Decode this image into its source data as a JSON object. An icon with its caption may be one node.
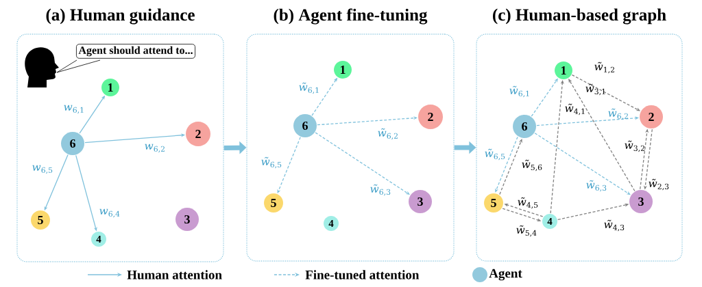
{
  "diagram": {
    "nodes": [
      {
        "text": [
          "(a) Human guidance"
        ]
      },
      {
        "text": [
          "Agent should attend to..."
        ],
        "in": 0
      },
      {
        "text": [
          "1"
        ],
        "in": 0
      },
      {
        "text": [
          "2"
        ],
        "in": 0
      },
      {
        "text": [
          "3"
        ],
        "in": 0
      },
      {
        "text": [
          "4"
        ],
        "in": 0
      },
      {
        "text": [
          "5"
        ],
        "in": 0
      },
      {
        "text": [
          "6"
        ],
        "in": 0
      },
      {
        "text": [
          "(b) Agent fine-tuning"
        ]
      },
      {
        "text": [
          "1"
        ],
        "in": 8
      },
      {
        "text": [
          "2"
        ],
        "in": 8
      },
      {
        "text": [
          "3"
        ],
        "in": 8
      },
      {
        "text": [
          "4"
        ],
        "in": 8
      },
      {
        "text": [
          "5"
        ],
        "in": 8
      },
      {
        "text": [
          "6"
        ],
        "in": 8
      },
      {
        "text": [
          "(c) Human-based graph"
        ]
      },
      {
        "text": [
          "1"
        ],
        "in": 15
      },
      {
        "text": [
          "2"
        ],
        "in": 15
      },
      {
        "text": [
          "3"
        ],
        "in": 15
      },
      {
        "text": [
          "4"
        ],
        "in": 15
      },
      {
        "text": [
          "5"
        ],
        "in": 15
      },
      {
        "text": [
          "6"
        ],
        "in": 15
      }
    ],
    "edges": [
      {
        "from": 7,
        "to": 2,
        "arrow": "to",
        "label": "*w*$_{6,1}$"
      },
      {
        "from": 7,
        "to": 3,
        "arrow": "to",
        "label": "*w*$_{6,2}$"
      },
      {
        "from": 7,
        "to": 6,
        "arrow": "to",
        "label": "*w*$_{6,5}$"
      },
      {
        "from": 7,
        "to": 5,
        "arrow": "to",
        "label": "*w*$_{6,4}$"
      },
      {
        "from": 0,
        "to": 8,
        "arrow": "to",
        "style": "thick"
      },
      {
        "from": 14,
        "to": 9,
        "arrow": "to",
        "style": "dashed",
        "label": "*w̃*$_{6,1}$"
      },
      {
        "from": 14,
        "to": 10,
        "arrow": "to",
        "style": "dashed",
        "label": "*w̃*$_{6,2}$"
      },
      {
        "from": 14,
        "to": 13,
        "arrow": "to",
        "style": "dashed",
        "label": "*w̃*$_{6,5}$"
      },
      {
        "from": 14,
        "to": 11,
        "arrow": "to",
        "style": "dashed",
        "label": "*w̃*$_{6,3}$"
      },
      {
        "from": 8,
        "to": 15,
        "arrow": "to",
        "style": "thick"
      },
      {
        "from": 16,
        "to": 17,
        "arrow": "to",
        "style": "dashed",
        "color": "#808080",
        "label": "*w̃*$_{1,2}$"
      },
      {
        "from": 18,
        "to": 16,
        "arrow": "to",
        "style": "dashed",
        "color": "#808080",
        "label": "*w̃*$_{3,1}$"
      },
      {
        "from": 19,
        "to": 16,
        "arrow": "to",
        "style": "dashed",
        "color": "#808080",
        "label": "*w̃*$_{4,1}$"
      },
      {
        "from": 21,
        "to": 16,
        "arrow": "to",
        "style": "dashed",
        "label": "*w̃*$_{6,1}$"
      },
      {
        "from": 21,
        "to": 17,
        "arrow": "to",
        "style": "dashed",
        "label": "*w̃*$_{6,2}$"
      },
      {
        "from": 18,
        "to": 17,
        "arrow": "to",
        "style": "dashed",
        "color": "#808080",
        "label": "*w̃*$_{3,2}$"
      },
      {
        "from": 17,
        "to": 18,
        "arrow": "to",
        "style": "dashed",
        "color": "#808080",
        "label": "*w̃*$_{2,3}$"
      },
      {
        "from": 21,
        "to": 20,
        "arrow": "to",
        "style": "dashed",
        "label": "*w̃*$_{6,5}$"
      },
      {
        "from": 20,
        "to": 21,
        "arrow": "to",
        "style": "dashed",
        "color": "#808080",
        "label": "*w̃*$_{5,6}$"
      },
      {
        "from": 21,
        "to": 18,
        "arrow": "to",
        "style": "dashed",
        "label": "*w̃*$_{6,3}$"
      },
      {
        "from": 19,
        "to": 20,
        "arrow": "to",
        "style": "dashed",
        "color": "#808080",
        "label": "*w̃*$_{4,5}$"
      },
      {
        "from": 20,
        "to": 19,
        "arrow": "to",
        "style": "dashed",
        "color": "#808080",
        "label": "*w̃*$_{5,4}$"
      },
      {
        "from": 19,
        "to": 18,
        "arrow": "to",
        "style": "dashed",
        "color": "#808080",
        "label": "*w̃*$_{4,3}$"
      }
    ],
    "legend": [
      {
        "text": "Human attention"
      },
      {
        "text": "Fine-tuned attention"
      },
      {
        "text": "Agent",
        "color": "#92c9dd"
      }
    ]
  }
}
